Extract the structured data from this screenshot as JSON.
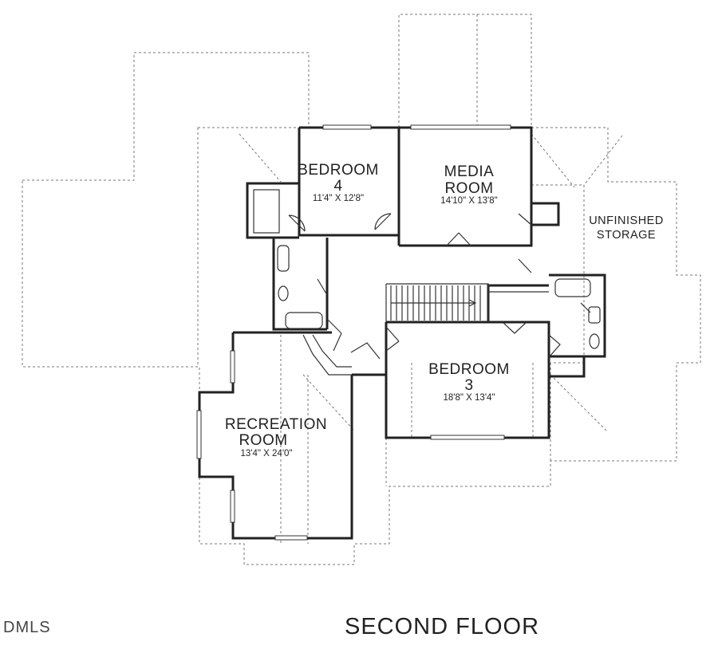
{
  "floor_title": "SECOND FLOOR",
  "logo_text": "DMLS",
  "rooms": {
    "bedroom4": {
      "name_line1": "BEDROOM",
      "name_line2": "4",
      "dims": "11'4\" X 12'8\""
    },
    "media": {
      "name_line1": "MEDIA",
      "name_line2": "ROOM",
      "dims": "14'10\" X 13'8\""
    },
    "storage": {
      "line1": "UNFINISHED",
      "line2": "STORAGE"
    },
    "bedroom3": {
      "name_line1": "BEDROOM",
      "name_line2": "3",
      "dims": "18'8\" X 13'4\""
    },
    "recreation": {
      "name_line1": "RECREATION",
      "name_line2": "ROOM",
      "dims": "13'4\" X 24'0\""
    }
  }
}
